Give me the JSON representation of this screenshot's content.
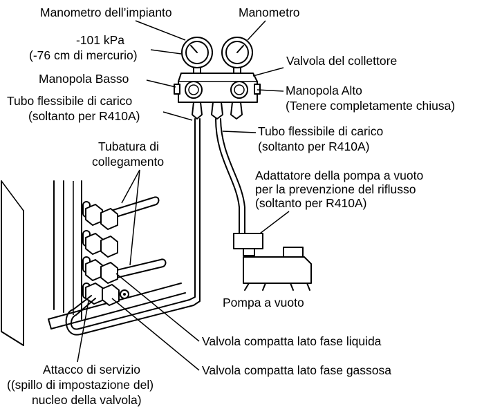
{
  "labels": {
    "system_gauge": "Manometro dell’impianto",
    "gauge": "Manometro",
    "pressure_line1": "-101 kPa",
    "pressure_line2": "(-76 cm di mercurio)",
    "manifold_valve": "Valvola del collettore",
    "low_knob": "Manopola Basso",
    "high_knob_line1": "Manopola Alto",
    "high_knob_line2": "(Tenere completamente chiusa)",
    "charge_hose_left_line1": "Tubo flessibile di carico",
    "charge_hose_left_line2": "(soltanto per R410A)",
    "charge_hose_right_line1": "Tubo flessibile di carico",
    "charge_hose_right_line2": "(soltanto per R410A)",
    "connection_pipe_line1": "Tubatura di",
    "connection_pipe_line2": "collegamento",
    "adapter_line1": "Adattatore della pompa a vuoto",
    "adapter_line2": "per la prevenzione del riflusso",
    "adapter_line3": "(soltanto per R410A)",
    "vacuum_pump": "Pompa a vuoto",
    "liquid_valve": "Valvola compatta lato fase liquida",
    "gas_valve": "Valvola compatta lato fase gassosa",
    "service_port_line1": "Attacco di servizio",
    "service_port_line2": "((spillo di impostazione del)",
    "service_port_line3": "nucleo della valvola)"
  }
}
